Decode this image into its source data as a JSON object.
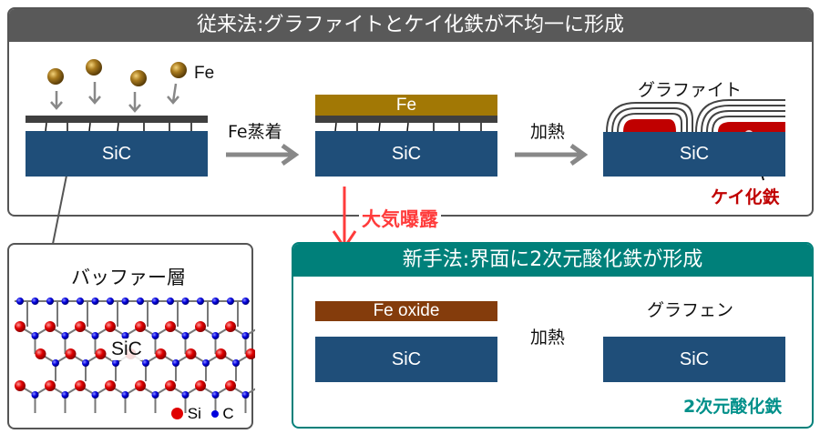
{
  "conventional": {
    "title": "従来法:グラファイトとケイ化鉄が不均一に形成",
    "header_color": "#595959",
    "fe_atom_label": "Fe",
    "step1_arrow_label": "Fe蒸着",
    "fe_layer_label": "Fe",
    "step2_arrow_label": "加熱",
    "graphite_label": "グラファイト",
    "iron_silicide_label": "ケイ化鉄",
    "iron_silicide_color": "#c00000",
    "substrate_label": "SiC"
  },
  "air_exposure": {
    "label": "大気曝露",
    "color": "#ff3b3b"
  },
  "buffer_layer": {
    "title": "バッファー層",
    "center_label": "SiC",
    "legend": [
      {
        "label": "Si",
        "color": "#e00000"
      },
      {
        "label": "C",
        "color": "#0000dd"
      }
    ]
  },
  "new_method": {
    "title": "新手法:界面に2次元酸化鉄が形成",
    "header_color": "#00807a",
    "fe_oxide_label": "Fe oxide",
    "arrow_label": "加熱",
    "graphene_label": "グラフェン",
    "oxide_2d_label": "2次元酸化鉄",
    "oxide_2d_color": "#00908a",
    "substrate_label": "SiC"
  }
}
